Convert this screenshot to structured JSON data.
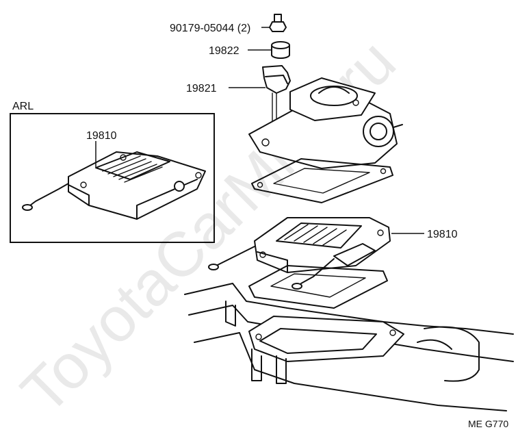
{
  "watermark": "ToyotaCarMine.ru",
  "labels": {
    "bolt": "90179-05044 (2)",
    "spacer": "19822",
    "clamp": "19821",
    "heater_main": "19810",
    "heater_arl": "19810"
  },
  "inset": {
    "title": "ARL"
  },
  "figure_code": "ME  G770"
}
